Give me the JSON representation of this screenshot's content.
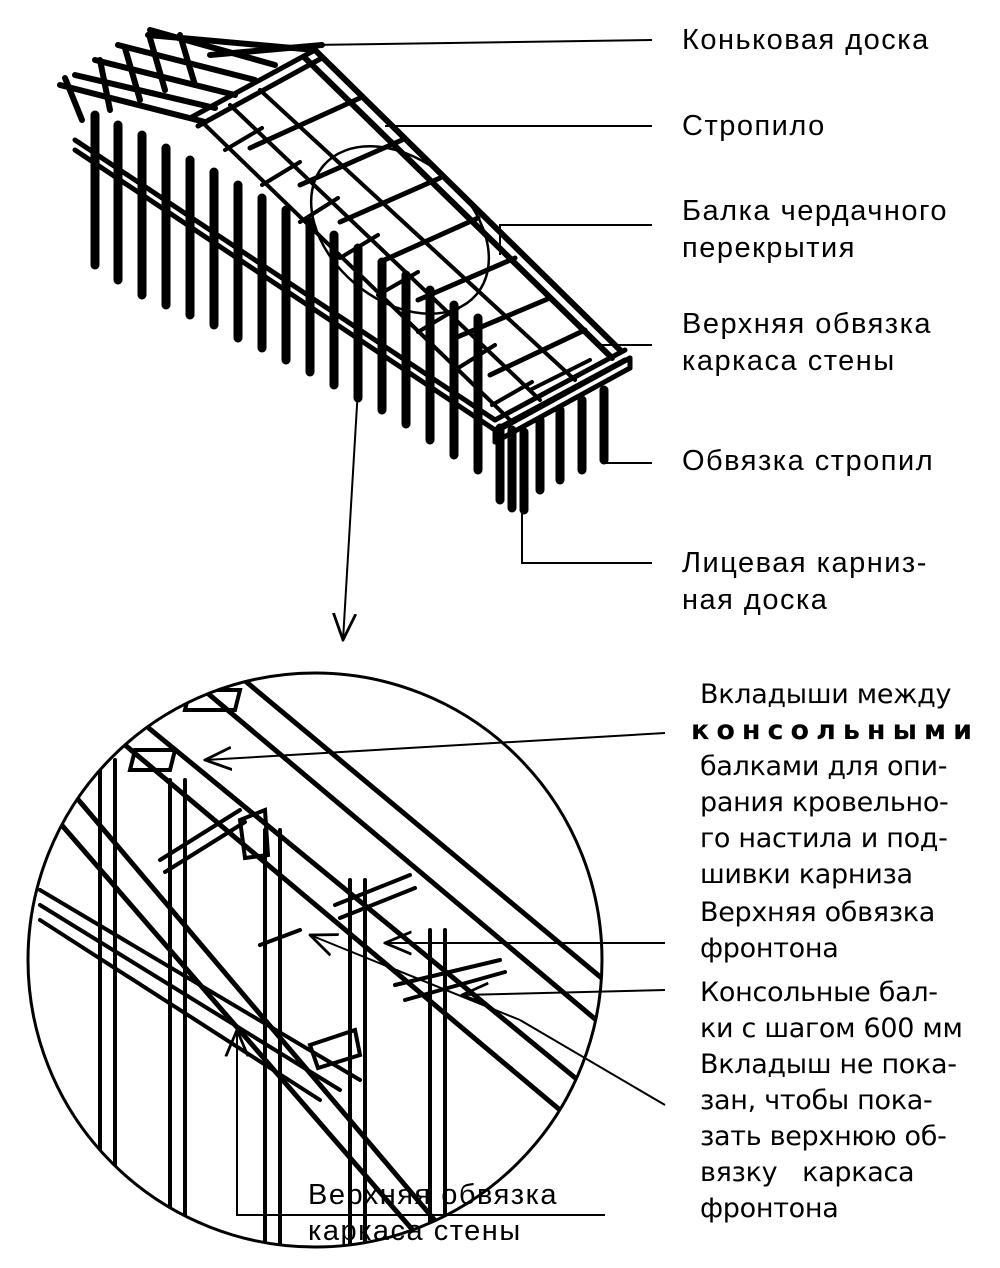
{
  "labels": {
    "ridge_board": "Коньковая доска",
    "rafter": "Стропило",
    "ceiling_joist": [
      "Балка чердачного",
      "перекрытия"
    ],
    "wall_top_plate": [
      "Верхняя обвязка",
      "каркаса стены"
    ],
    "rafter_header": "Обвязка стропил",
    "fascia_board": [
      "Лицевая карниз-",
      "ная доска"
    ]
  },
  "detail_labels": {
    "blocking_between_outriggers": [
      "Вкладыши между",
      "консольными",
      "балками для опи-",
      "рания кровельно-",
      "го настила и под-",
      "шивки карниза"
    ],
    "gable_top_plate": [
      "Верхняя обвязка",
      "фронтона"
    ],
    "outriggers": [
      "Консольные бал-",
      "ки с шагом 600 мм"
    ],
    "blocking_not_shown": [
      "Вкладыш не пока-",
      "зан, чтобы пока-",
      "зать верхнюю об-",
      "вязку   каркаса",
      "фронтона"
    ],
    "wall_top_plate_bottom": [
      "Верхняя обвязка",
      "каркаса стены"
    ]
  },
  "colors": {
    "ink": "#000000",
    "paper": "#ffffff"
  }
}
